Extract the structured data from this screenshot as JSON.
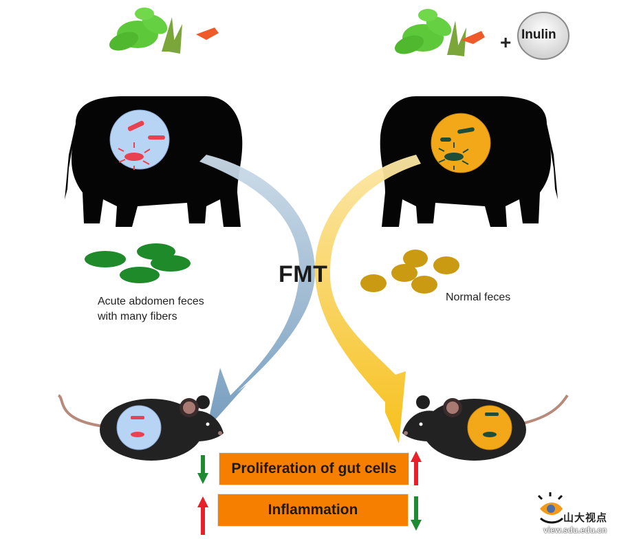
{
  "diagram": {
    "title_center": "FMT",
    "left_group": {
      "diet": "plants",
      "feces_label_line1": "Acute abdomen feces",
      "feces_label_line2": "with many fibers",
      "feces_color": "#1f8a2a",
      "microbiota_circle_color": "#b8d4f5",
      "bacteria_color": "#e8414f",
      "arrow_color": "#9bb9d3"
    },
    "right_group": {
      "diet": "plants",
      "plus": "+",
      "supplement": "Inulin",
      "feces_label": "Normal feces",
      "feces_color": "#c99a12",
      "microbiota_circle_color": "#f2a818",
      "bacteria_color": "#1e4d3a",
      "arrow_color": "#f7c22a"
    },
    "outcomes": [
      {
        "label": "Proliferation of gut cells",
        "left_direction": "down",
        "right_direction": "up"
      },
      {
        "label": "Inflammation",
        "left_direction": "up",
        "right_direction": "down"
      }
    ],
    "colors": {
      "box": "#f77f00",
      "up_arrow": "#e8202a",
      "down_arrow": "#1e8a32"
    },
    "watermark": {
      "name": "山大视点",
      "url": "view.sdu.edu.cn"
    }
  }
}
